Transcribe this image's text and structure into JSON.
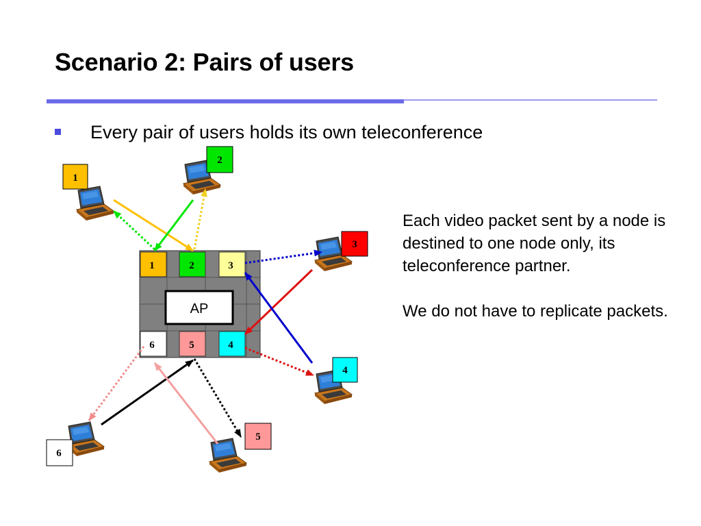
{
  "slide": {
    "title": "Scenario 2: Pairs of users",
    "bullet": "Every pair of users holds its own teleconference",
    "description": [
      "Each video packet sent by a node is destined to one node only, its teleconference partner.",
      "We do not have to replicate packets."
    ]
  },
  "diagram": {
    "ap_label": "AP",
    "colors": {
      "user1": "#ffc000",
      "user2": "#00e600",
      "user3": "#ffff99",
      "user4": "#00ffff",
      "user5": "#ff9999",
      "user6": "#ffffff",
      "user3_remote": "#ff0000",
      "ap_grid": "#808080",
      "accent": "#6b6bea"
    },
    "ap_slots": [
      {
        "label": "1",
        "color": "#ffc000"
      },
      {
        "label": "2",
        "color": "#00e600"
      },
      {
        "label": "3",
        "color": "#ffff99"
      },
      {
        "label": "6",
        "color": "#ffffff"
      },
      {
        "label": "5",
        "color": "#ff9999"
      },
      {
        "label": "4",
        "color": "#00ffff"
      }
    ],
    "laptops": [
      {
        "label": "1",
        "color": "#ffc000"
      },
      {
        "label": "2",
        "color": "#00e600"
      },
      {
        "label": "3",
        "color": "#ff0000"
      },
      {
        "label": "4",
        "color": "#00ffff"
      },
      {
        "label": "5",
        "color": "#ff9999"
      },
      {
        "label": "6",
        "color": "#ffffff"
      }
    ],
    "icons": {
      "laptop": "laptop-icon",
      "arrow": "arrow-icon"
    }
  }
}
